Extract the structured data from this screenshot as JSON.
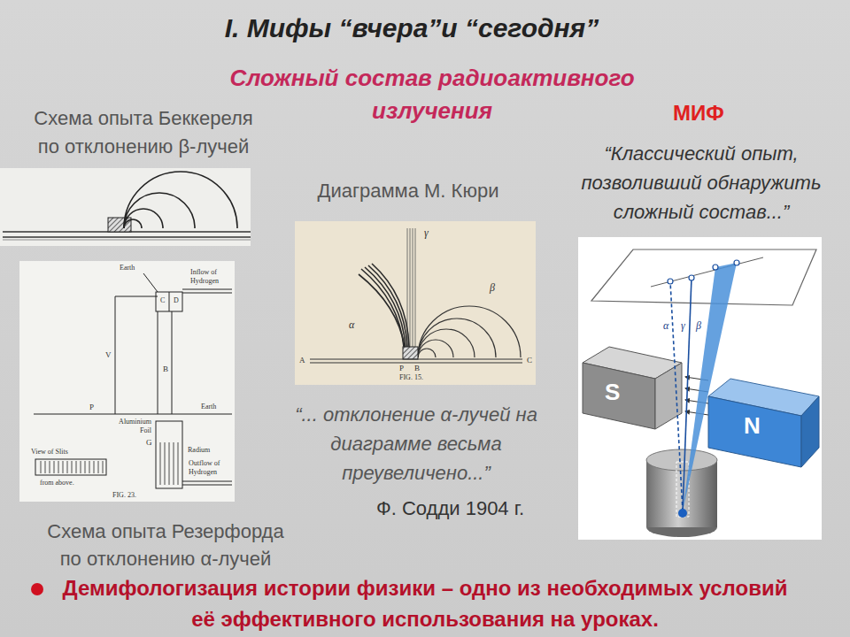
{
  "diagram": {
    "title": "I. Мифы “вчера”и “сегодня”",
    "caption": "Демифологизация истории физики – одно из необходимых условий её эффективного использования на уроках.",
    "labels": [
      "Сложный состав радиоактивного излучения",
      "Схема опыта Беккереля по отклонению β-лучей",
      "МИФ",
      "“Классический опыт, позволивший обнаружить сложный состав...”",
      "Диаграмма М. Кюри",
      "γ",
      "α",
      "β",
      "A",
      "P",
      "B",
      "C",
      "FIG. 15.",
      "“... отклонение α-лучей на диаграмме весьма преувеличено...”",
      "Ф. Содди 1904 г.",
      "Earth",
      "Inflow of Hydrogen",
      "C",
      "D",
      "V",
      "B",
      "Earth",
      "P",
      "Aluminium Foil",
      "G",
      "View of Slits",
      "from above.",
      "Radium",
      "Outflow of Hydrogen",
      "FIG. 23.",
      "Схема опыта Резерфорда по отклонению α-лучей",
      "α",
      "γ",
      "β",
      "S",
      "N"
    ]
  }
}
